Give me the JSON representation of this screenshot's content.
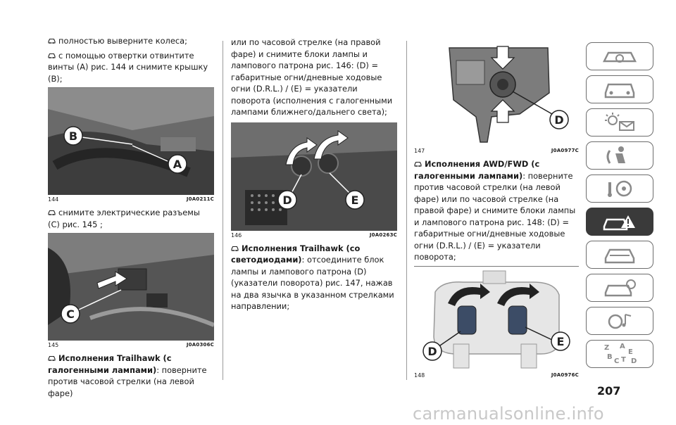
{
  "col1": {
    "bullet1": "полностью выверните колеса;",
    "bullet2": "с помощью отвертки отвинтите винты (A) рис. 144 и снимите крышку (B);",
    "fig144": {
      "num": "144",
      "code": "J0A0211C",
      "label_a": "A",
      "label_b": "B"
    },
    "bullet3": "снимите электрические разъемы (C) рис. 145 ;",
    "fig145": {
      "num": "145",
      "code": "J0A0306C",
      "label_c": "C"
    },
    "bullet4_head": "Исполнения Trailhawk (с галогенными лампами)",
    "bullet4_body": ": поверните против часовой стрелки (на левой фаре)"
  },
  "col2": {
    "para1": "или по часовой стрелке (на правой фаре) и снимите блоки лампы и лампового патрона рис. 146: (D) = габаритные огни/дневные ходовые огни (D.R.L.) / (E) = указатели поворота (исполнения с галогенными лампами ближнего/дальнего света);",
    "fig146": {
      "num": "146",
      "code": "J0A0263C",
      "label_d": "D",
      "label_e": "E"
    },
    "bullet5_head": "Исполнения Trailhawk (со светодиодами)",
    "bullet5_body": ": отсоедините блок лампы и лампового патрона (D) (указатели поворота) рис. 147, нажав на два язычка в указанном стрелками направлении;"
  },
  "col3": {
    "fig147": {
      "num": "147",
      "code": "J0A0977C",
      "label_d": "D"
    },
    "bullet6_head": "Исполнения AWD/FWD (с галогенными лампами)",
    "bullet6_body": ": поверните против часовой стрелки (на левой фаре) или по часовой стрелке (на правой фаре) и снимите блоки лампы и лампового патрона рис. 148: (D) = габаритные огни/дневные ходовые огни (D.R.L.) / (E) = указатели поворота;",
    "fig148": {
      "num": "148",
      "code": "J0A0976C",
      "label_d": "D",
      "label_e": "E"
    }
  },
  "sidebar": {
    "tabs": [
      {
        "icon": "car-dashboard-icon"
      },
      {
        "icon": "car-front-icon"
      },
      {
        "icon": "warning-light-icon"
      },
      {
        "icon": "airbag-seat-icon"
      },
      {
        "icon": "steering-wheel-icon"
      },
      {
        "icon": "car-emergency-icon",
        "active": true
      },
      {
        "icon": "car-service-icon"
      },
      {
        "icon": "car-specs-icon"
      },
      {
        "icon": "multimedia-icon"
      },
      {
        "icon": "alphabet-index-icon"
      }
    ],
    "alphabet_letters": [
      "Z",
      "A",
      "B",
      "C",
      "E",
      "D",
      "T"
    ]
  },
  "page_number": "207",
  "watermark": "carmanualsonline.info"
}
